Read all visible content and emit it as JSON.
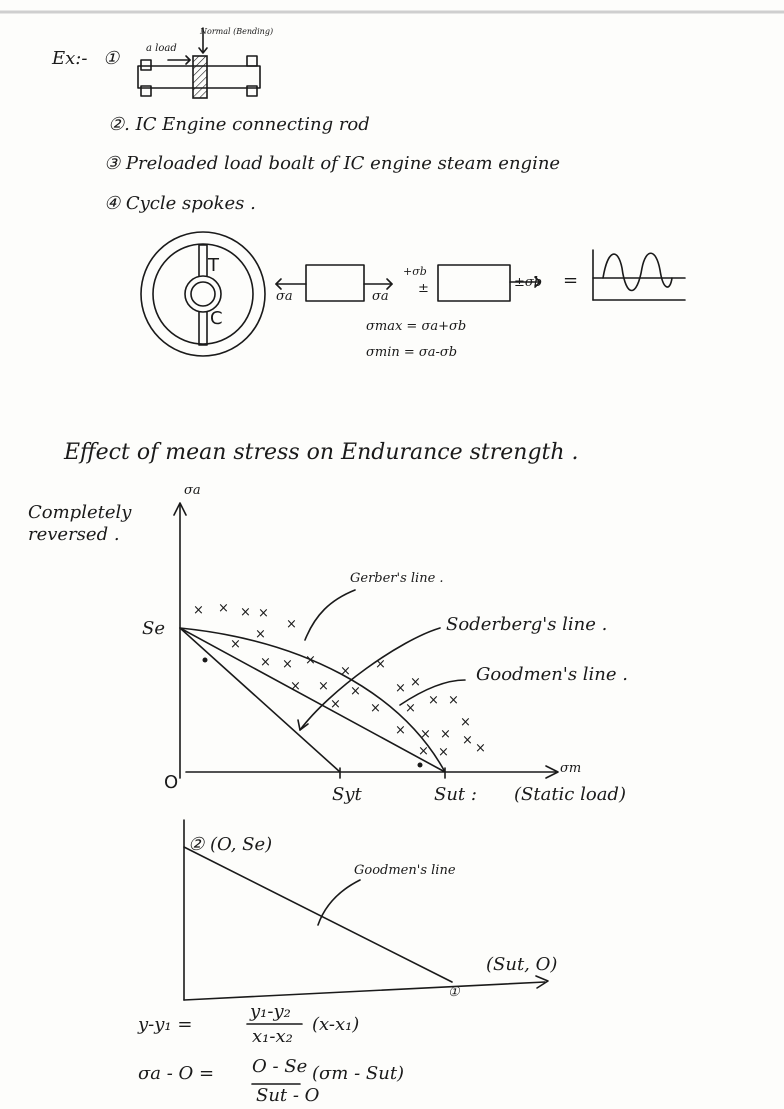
{
  "examples": {
    "ex_label": "Ex:-",
    "item1_num": "①",
    "item1_load_label": "a load",
    "item1_normal_label": "Normal (Bending)",
    "item2": "②. IC Engine connecting rod",
    "item3": "③ Preloaded load boalt of IC engine steam engine",
    "item4": "④ Cycle spokes ."
  },
  "wheel": {
    "tension_label": "T",
    "compression_label": "C"
  },
  "stress_diagram": {
    "left_sigma": "σa",
    "right_sigma": "σa",
    "second_top": "+σb",
    "second_pm": "±",
    "second_right": "±σb",
    "equals": "=",
    "eq1": "σmax = σa+σb",
    "eq2": "σmin = σa-σb"
  },
  "section_title": "Effect of mean stress on Endurance strength .",
  "chart1": {
    "yaxis_label": "σa",
    "ylabel": "Completely reversed .",
    "xaxis_label": "σm",
    "origin": "O",
    "se_label": "Se",
    "syt_label": "Syt",
    "sut_label": "Sut :",
    "static_label": "(Static load)",
    "gerber_label": "Gerber's line .",
    "soderberg_label": "Soderberg's line .",
    "goodman_label": "Goodmen's line ."
  },
  "chart2": {
    "pt2_num": "②",
    "pt2_coord": "(O, Se)",
    "pt1_coord": "(Sut, O)",
    "pt1_num": "①",
    "goodman_label": "Goodmen's line"
  },
  "formulas": {
    "f1_lhs": "y-y₁ =",
    "f1_num": "y₁-y₂",
    "f1_den": "x₁-x₂",
    "f1_rhs": "(x-x₁)",
    "f2_lhs": "σa - O =",
    "f2_num": "O - Se",
    "f2_den": "Sut - O",
    "f2_rhs": "(σm - Sut)"
  }
}
